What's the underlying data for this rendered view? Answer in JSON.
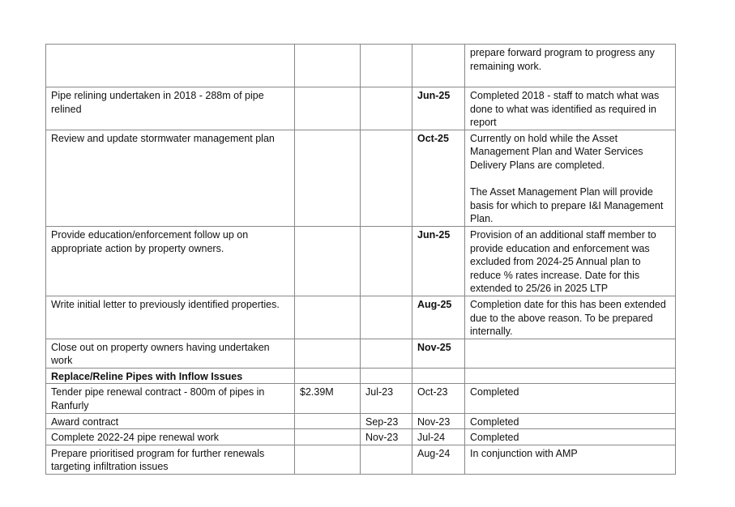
{
  "rows": [
    {
      "task": "",
      "budget": "",
      "start": "",
      "end": "",
      "end_bold": false,
      "comment": [
        "prepare forward program to progress any remaining work."
      ],
      "height": 0
    },
    {
      "task": "Pipe relining undertaken in 2018 - 288m of pipe relined",
      "budget": "",
      "start": "",
      "end": "Jun-25",
      "end_bold": true,
      "comment": [
        "Completed 2018 - staff to match what was done to what was identified as required in report"
      ]
    },
    {
      "task": "Review and update stormwater management plan",
      "budget": "",
      "start": "",
      "end": "Oct-25",
      "end_bold": true,
      "comment": [
        "Currently on hold while the Asset Management Plan and Water Services Delivery Plans are completed.",
        "The Asset Management Plan will provide basis for which to prepare I&I Management Plan."
      ]
    },
    {
      "task": "Provide education/enforcement follow up on appropriate action by property owners.",
      "budget": "",
      "start": "",
      "end": "Jun-25",
      "end_bold": true,
      "comment": [
        "Provision of an additional staff member to provide education and enforcement was excluded from 2024-25 Annual plan to reduce % rates increase.  Date for this extended to 25/26 in 2025 LTP"
      ]
    },
    {
      "task": "Write initial letter to previously identified properties.",
      "budget": "",
      "start": "",
      "end": "Aug-25",
      "end_bold": true,
      "comment": [
        "Completion date for this has been extended due to  the above reason. To be prepared internally."
      ]
    },
    {
      "task": "Close out on property owners having undertaken work",
      "budget": "",
      "start": "",
      "end": "Nov-25",
      "end_bold": true,
      "comment": [
        ""
      ]
    }
  ],
  "section_header": "Replace/Reline Pipes with Inflow Issues",
  "rows2": [
    {
      "task": "Tender pipe renewal contract - 800m of pipes in Ranfurly",
      "budget": "$2.39M",
      "start": "Jul-23",
      "end": "Oct-23",
      "comment": "Completed"
    },
    {
      "task": "Award contract",
      "budget": "",
      "start": "Sep-23",
      "end": "Nov-23",
      "comment": "Completed"
    },
    {
      "task": "Complete 2022-24 pipe renewal work",
      "budget": "",
      "start": "Nov-23",
      "end": "Jul-24",
      "comment": "Completed"
    },
    {
      "task": "Prepare prioritised program for further renewals targeting infiltration issues",
      "budget": "",
      "start": "",
      "end": "Aug-24",
      "comment": "In conjunction with AMP"
    }
  ]
}
